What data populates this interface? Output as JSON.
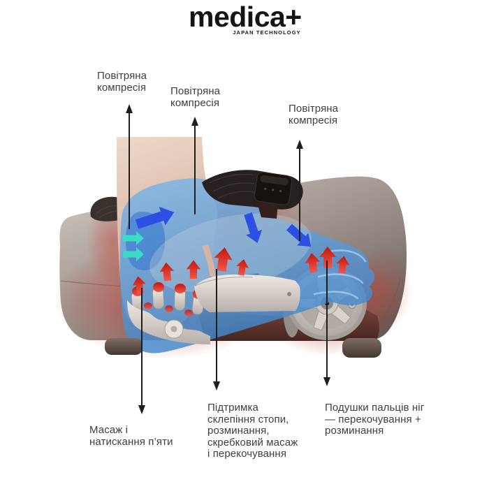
{
  "brand": {
    "name": "medica+",
    "tagline": "JAPAN TECHNOLOGY"
  },
  "callouts": [
    {
      "id": "air-compression-heel",
      "label": "Повітряна\nкомпресія",
      "direction": "up"
    },
    {
      "id": "air-compression-ankle",
      "label": "Повітряна\nкомпресія",
      "direction": "up"
    },
    {
      "id": "air-compression-instep",
      "label": "Повітряна\nкомпресія",
      "direction": "up"
    },
    {
      "id": "heel-massage",
      "label": "Масаж і\nнатискання п’яти",
      "direction": "down"
    },
    {
      "id": "arch-support",
      "label": "Підтримка\nсклепіння стопи,\nрозминання,\nскребковий масаж\nі перекочування",
      "direction": "down"
    },
    {
      "id": "toe-pads",
      "label": "Подушки пальців ніг\n— перекочування +\nрозминання",
      "direction": "down"
    }
  ],
  "colors": {
    "air_overlay_blue": "#4f9ad7",
    "air_arrow_blue": "#2c4fe4",
    "air_arrow_teal": "#3cdcc4",
    "massage_arrow_red": "#e02a22",
    "heat_glow_red": "#c23e34",
    "body_metal": "#9a8f8a",
    "mechanism_white": "#e2dcd6",
    "label_text": "#3e3e3e"
  }
}
